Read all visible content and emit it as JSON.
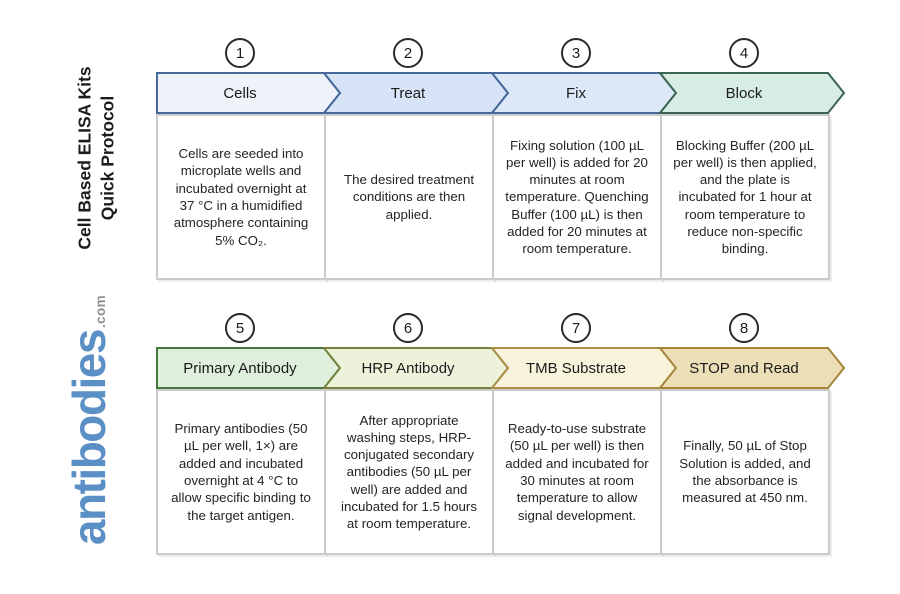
{
  "sidebar": {
    "title_line1": "Cell Based ELISA Kits",
    "title_line2": "Quick Protocol",
    "logo_text": "antibodies",
    "logo_suffix": ".com",
    "logo_color": "#5b90c6"
  },
  "steps": [
    {
      "number": "1",
      "label": "Cells",
      "description": "Cells are seeded into microplate wells and incubated overnight at 37 °C in a humidified atmosphere containing 5% CO₂.",
      "fill": "#eef3fa",
      "border": "#46689a"
    },
    {
      "number": "2",
      "label": "Treat",
      "description": "The desired treatment conditions are then applied.",
      "fill": "#d7e3f6",
      "border": "#46689a"
    },
    {
      "number": "3",
      "label": "Fix",
      "description": "Fixing solution (100 µL per well) is added for 20 minutes at room temperature. Quenching Buffer (100 µL) is then added for 20 minutes at room temperature.",
      "fill": "#dce7f7",
      "border": "#46689a"
    },
    {
      "number": "4",
      "label": "Block",
      "description": "Blocking Buffer (200 µL per well) is then applied, and the plate is incubated for 1 hour at room temperature to reduce non-specific binding.",
      "fill": "#d7ece2",
      "border": "#3c6452"
    },
    {
      "number": "5",
      "label": "Primary Antibody",
      "description": "Primary antibodies (50 µL per well, 1×) are added and incubated overnight at 4 °C to allow specific binding to the target antigen.",
      "fill": "#def0dc",
      "border": "#47763f"
    },
    {
      "number": "6",
      "label": "HRP Antibody",
      "description": "After appropriate washing steps, HRP-conjugated secondary antibodies (50 µL per well) are added and incubated for 1.5 hours at room temperature.",
      "fill": "#edf3da",
      "border": "#74803c"
    },
    {
      "number": "7",
      "label": "TMB Substrate",
      "description": "Ready-to-use substrate (50 µL per well) is then added and incubated for 30 minutes at room temperature to allow signal development.",
      "fill": "#f8f4dc",
      "border": "#a98f45"
    },
    {
      "number": "8",
      "label": "STOP and Read",
      "description": "Finally, 50 µL of Stop Solution is added, and the absorbance is measured at 450 nm.",
      "fill": "#ecdfb8",
      "border": "#a6863c"
    }
  ]
}
